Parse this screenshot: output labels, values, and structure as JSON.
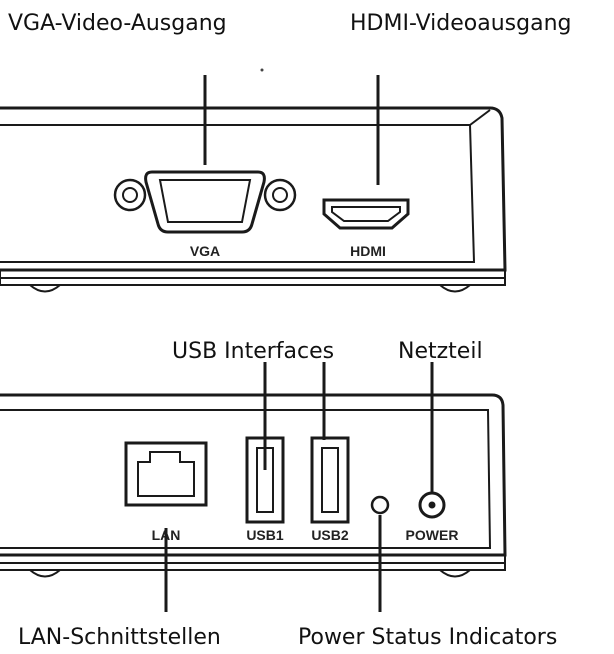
{
  "callouts": {
    "vga": "VGA-Video-Ausgang",
    "hdmi": "HDMI-Videoausgang",
    "usb": "USB Interfaces",
    "power_supply": "Netzteil",
    "lan": "LAN-Schnittstellen",
    "status": "Power Status Indicators"
  },
  "port_labels": {
    "vga": "VGA",
    "hdmi": "HDMI",
    "lan": "LAN",
    "usb1": "USB1",
    "usb2": "USB2",
    "power": "POWER"
  }
}
